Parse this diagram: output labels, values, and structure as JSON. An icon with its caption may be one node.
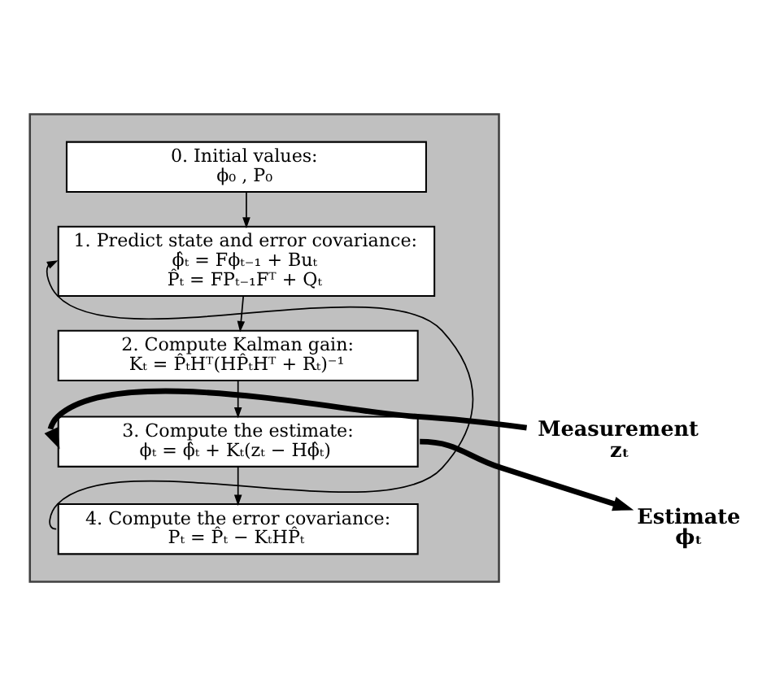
{
  "diagram": {
    "nodes": [
      {
        "text": [],
        "shape": "box"
      },
      {
        "text": [
          "0. Initial values:",
          "ϕ₀ , P₀"
        ],
        "in": 0
      },
      {
        "text": [
          "1. Predict state and error covariance:",
          "ϕ̂ₜ = Fϕₜ₋₁ + Buₜ",
          "P̂ₜ = FPₜ₋₁Fᵀ + Qₜ"
        ],
        "in": 0
      },
      {
        "text": [
          "2. Compute Kalman gain:",
          "Kₜ = P̂ₜHᵀ(HP̂ₜHᵀ + Rₜ)⁻¹"
        ],
        "in": 0
      },
      {
        "text": [
          "3. Compute the estimate:",
          "ϕₜ = ϕ̂ₜ + Kₜ(zₜ − Hϕ̂ₜ)"
        ],
        "in": 0
      },
      {
        "text": [
          "4. Compute the error covariance:",
          "Pₜ = P̂ₜ − KₜHP̂ₜ"
        ],
        "in": 0
      },
      {
        "text": [
          "Measurement",
          "zₜ"
        ]
      },
      {
        "text": [
          "Estimate",
          "ϕₜ"
        ]
      }
    ],
    "edges": [
      {
        "from": 1,
        "to": 2,
        "arrow": "to"
      },
      {
        "from": 2,
        "to": 3,
        "arrow": "to"
      },
      {
        "from": 3,
        "to": 4,
        "arrow": "to"
      },
      {
        "from": 4,
        "to": 5,
        "arrow": "to"
      },
      {
        "from": 5,
        "to": 2,
        "arrow": "to"
      },
      {
        "from": 6,
        "to": 4,
        "arrow": "to",
        "style": "thick"
      },
      {
        "from": 4,
        "to": 7,
        "arrow": "to",
        "style": "thick"
      }
    ]
  }
}
